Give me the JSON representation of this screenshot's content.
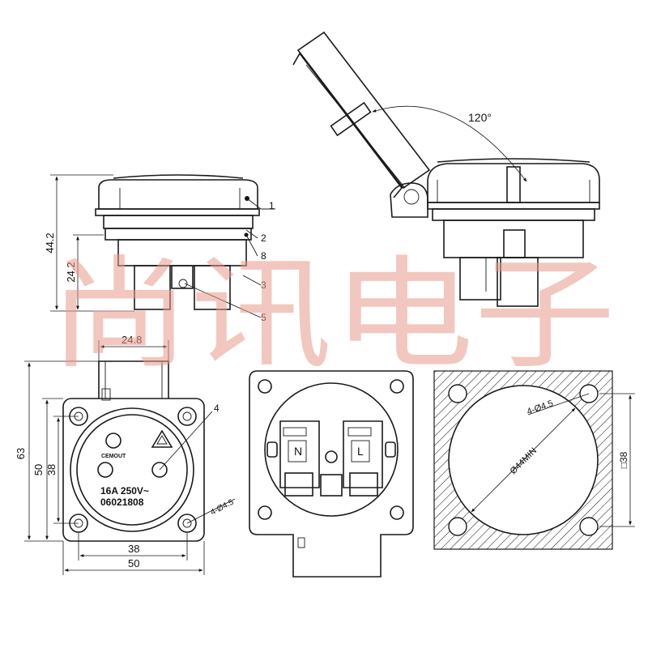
{
  "watermark": "尚讯电子",
  "angle_label": "120°",
  "part_labels": [
    "1",
    "2",
    "8",
    "3",
    "5",
    "4"
  ],
  "dims": {
    "height_total": "44.2",
    "height_body": "24.2",
    "top_width": "24.8",
    "outer_height": "63",
    "outer_width": "50",
    "frame_height_50": "50",
    "frame_height_38": "38",
    "bottom_38": "38",
    "bottom_50": "50",
    "holes_front": "4-Ø4.5",
    "holes_cutout": "4-Ø4.5",
    "cutout_diameter": "Ø44MIN",
    "cutout_square": "□38"
  },
  "face": {
    "brand": "CEMOUT",
    "rating": "16A  250V~",
    "code": "06021808"
  },
  "terminals": {
    "neutral": "N",
    "live": "L"
  }
}
